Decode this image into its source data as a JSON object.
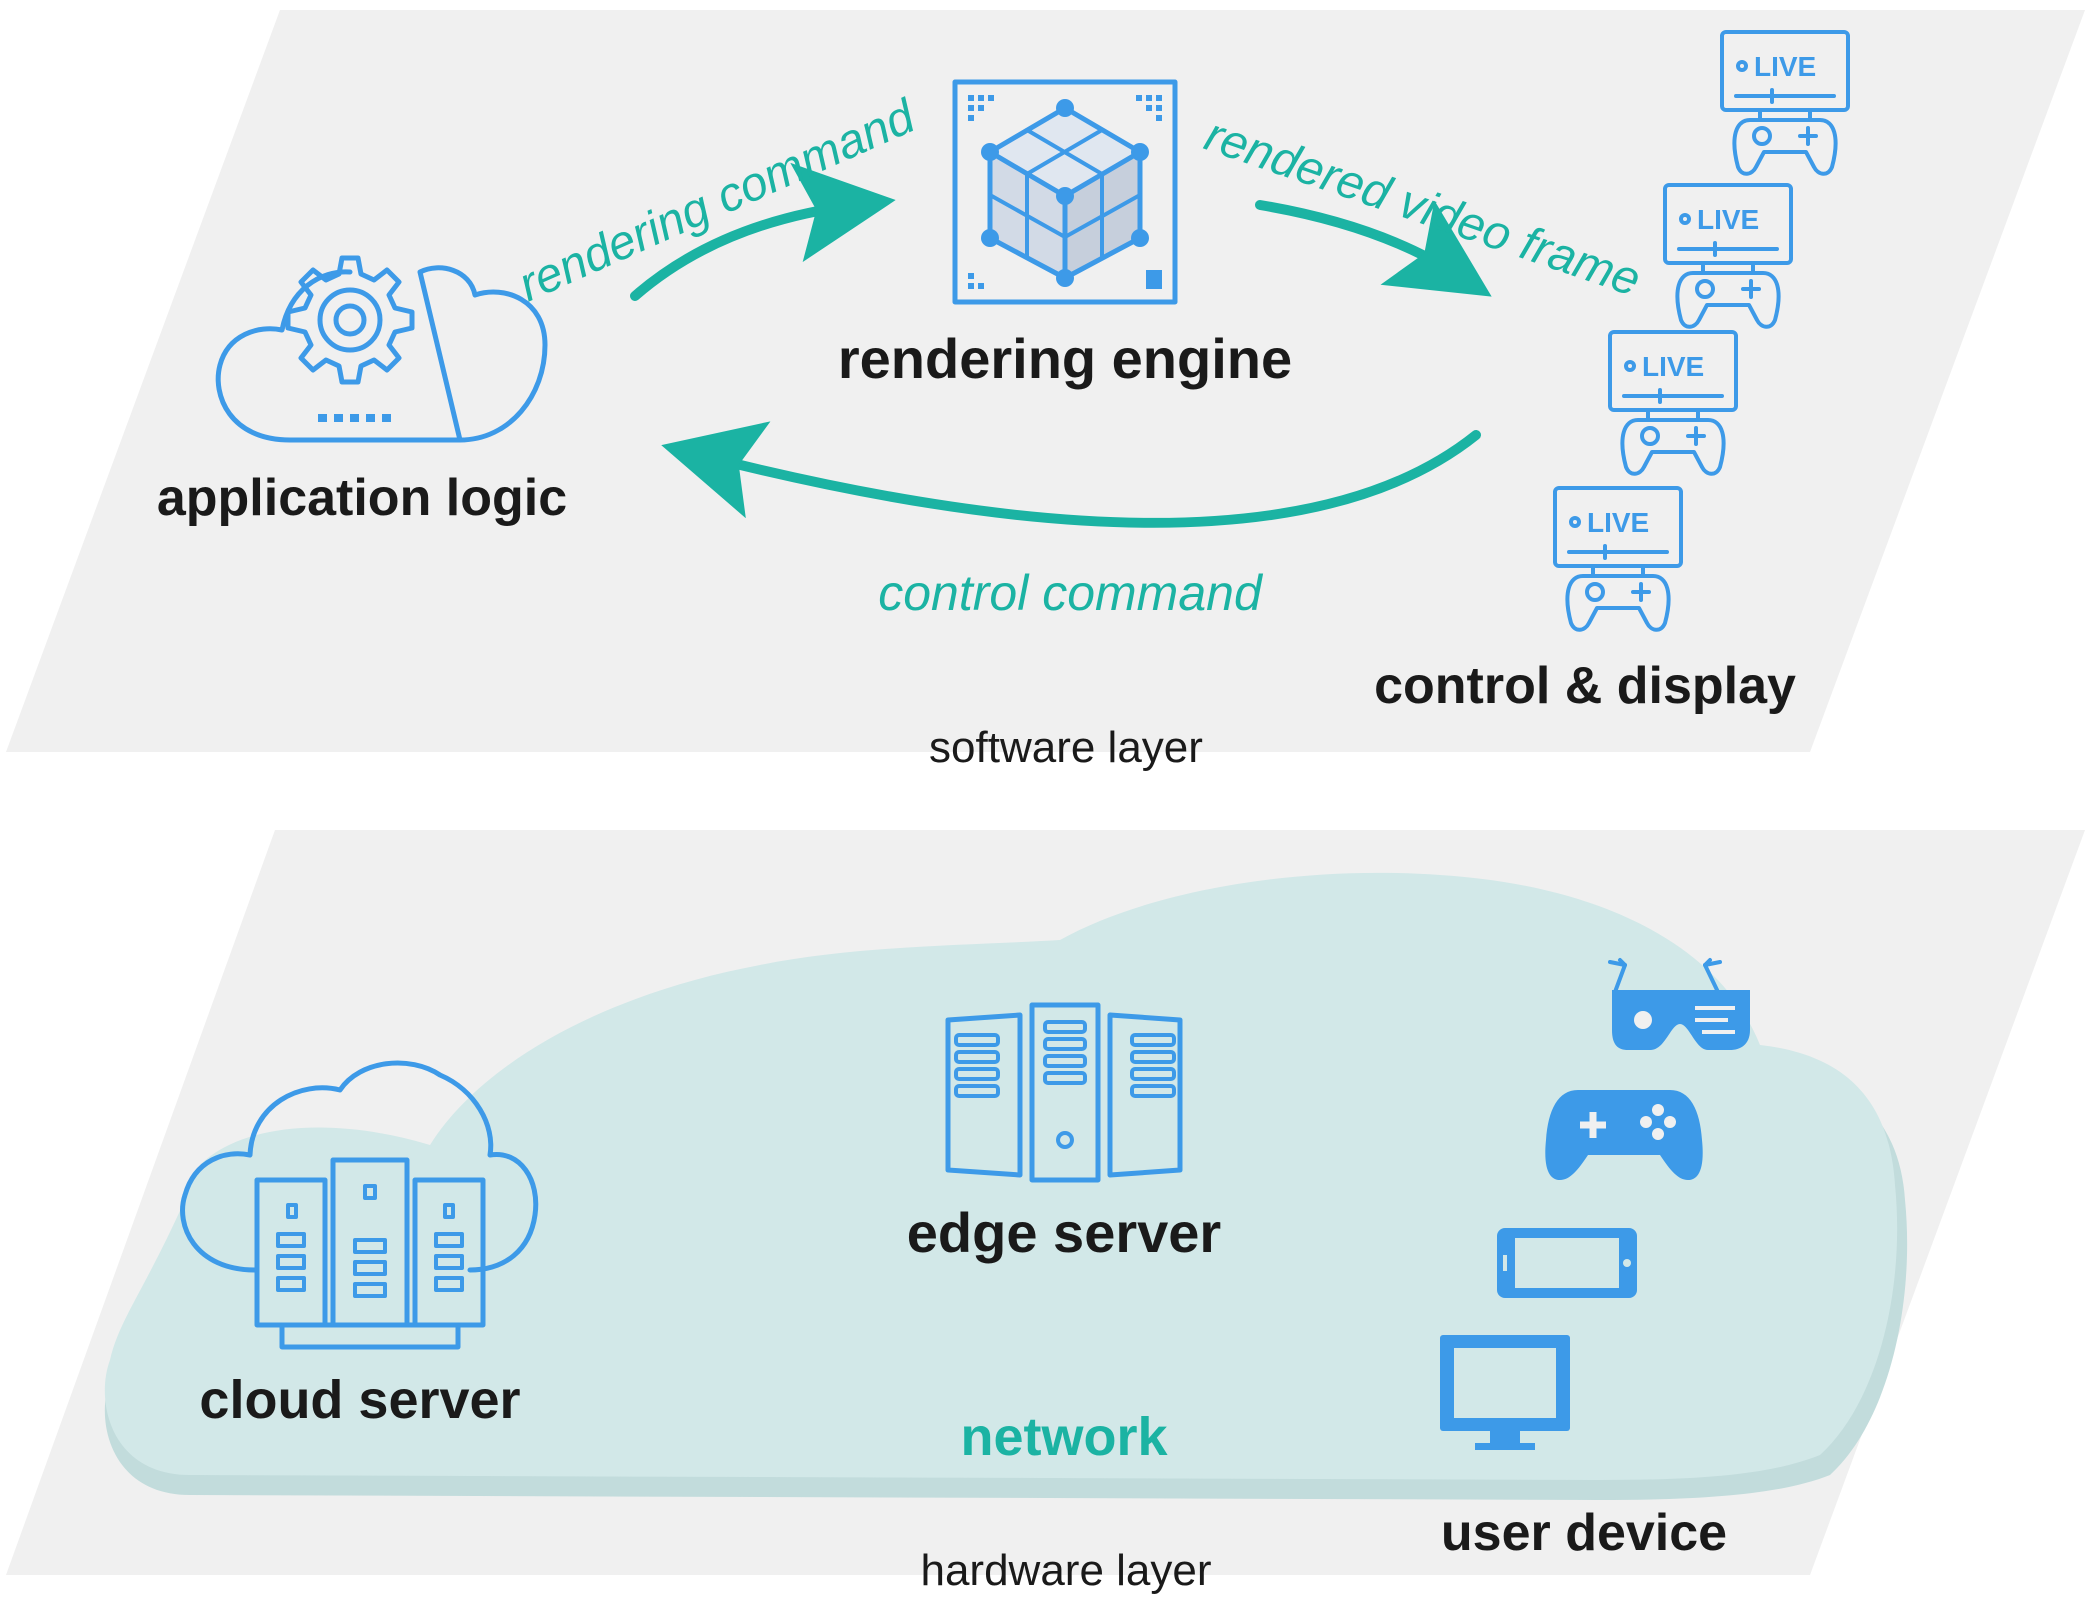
{
  "software_layer": {
    "label": "software layer",
    "application_logic": "application logic",
    "rendering_engine": "rendering engine",
    "control_display": "control & display",
    "arrows": {
      "rendering_command": "rendering command",
      "rendered_video_frame": "rendered video frame",
      "control_command": "control command"
    },
    "live_badge": "LIVE"
  },
  "hardware_layer": {
    "label": "hardware layer",
    "cloud_server": "cloud server",
    "edge_server": "edge server",
    "network": "network",
    "user_device": "user device"
  },
  "colors": {
    "icon": "#3d9ae8",
    "arrow": "#1bb3a3",
    "plane": "#f0f0f0",
    "network_cloud": "#d2e8e8"
  }
}
